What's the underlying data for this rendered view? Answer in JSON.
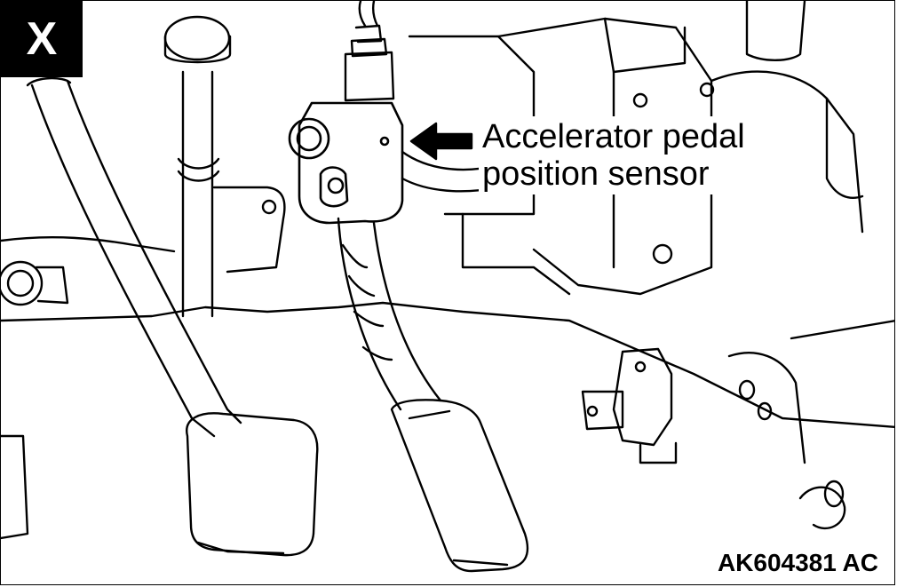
{
  "view_label": "X",
  "callout": {
    "line1": "Accelerator pedal",
    "line2": "position sensor"
  },
  "figure_code": "AK604381 AC",
  "colors": {
    "ink": "#000000",
    "paper": "#ffffff"
  }
}
